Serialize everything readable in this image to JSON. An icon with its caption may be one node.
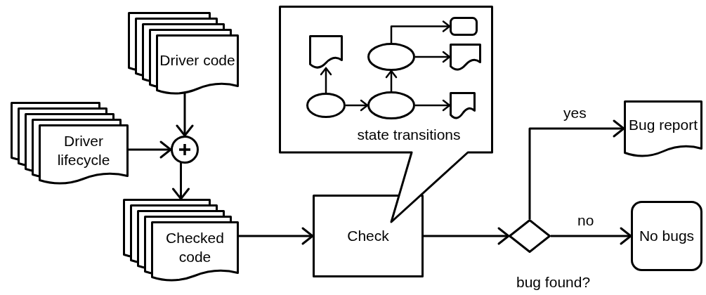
{
  "diagram": {
    "nodes": [
      {
        "text": [
          "Driver code"
        ]
      },
      {
        "text": [
          "Driver lifecycle"
        ]
      },
      {
        "text": [],
        "shape": "circle"
      },
      {
        "text": [
          "Checked code"
        ]
      },
      {
        "text": [
          "Check"
        ]
      },
      {
        "text": [
          "state transitions"
        ]
      },
      {
        "text": [],
        "shape": "document",
        "in": 5
      },
      {
        "text": [],
        "shape": "ellipse",
        "in": 5
      },
      {
        "text": [],
        "shape": "ellipse",
        "in": 5
      },
      {
        "text": [],
        "shape": "ellipse",
        "in": 5
      },
      {
        "text": [],
        "shape": "box",
        "in": 5
      },
      {
        "text": [],
        "shape": "document",
        "in": 5
      },
      {
        "text": [],
        "shape": "document",
        "in": 5
      },
      {
        "text": [],
        "shape": "diamond",
        "beside": [
          "bug found?"
        ]
      },
      {
        "text": [
          "Bug report"
        ]
      },
      {
        "text": [
          "No bugs"
        ]
      }
    ],
    "edges": [
      {
        "from": 0,
        "to": 2,
        "arrow": "to"
      },
      {
        "from": 1,
        "to": 2,
        "arrow": "to"
      },
      {
        "from": 2,
        "to": 3,
        "arrow": "to"
      },
      {
        "from": 3,
        "to": 4,
        "arrow": "to"
      },
      {
        "from": 4,
        "to": 13,
        "arrow": "to"
      },
      {
        "from": 13,
        "to": 14,
        "arrow": "to",
        "label": "yes"
      },
      {
        "from": 13,
        "to": 15,
        "arrow": "to",
        "label": "no"
      },
      {
        "from": 7,
        "to": 6,
        "arrow": "to"
      },
      {
        "from": 7,
        "to": 9,
        "arrow": "to"
      },
      {
        "from": 9,
        "to": 8,
        "arrow": "to"
      },
      {
        "from": 8,
        "to": 10,
        "arrow": "to"
      },
      {
        "from": 8,
        "to": 11,
        "arrow": "to"
      },
      {
        "from": 9,
        "to": 12,
        "arrow": "to"
      }
    ]
  }
}
